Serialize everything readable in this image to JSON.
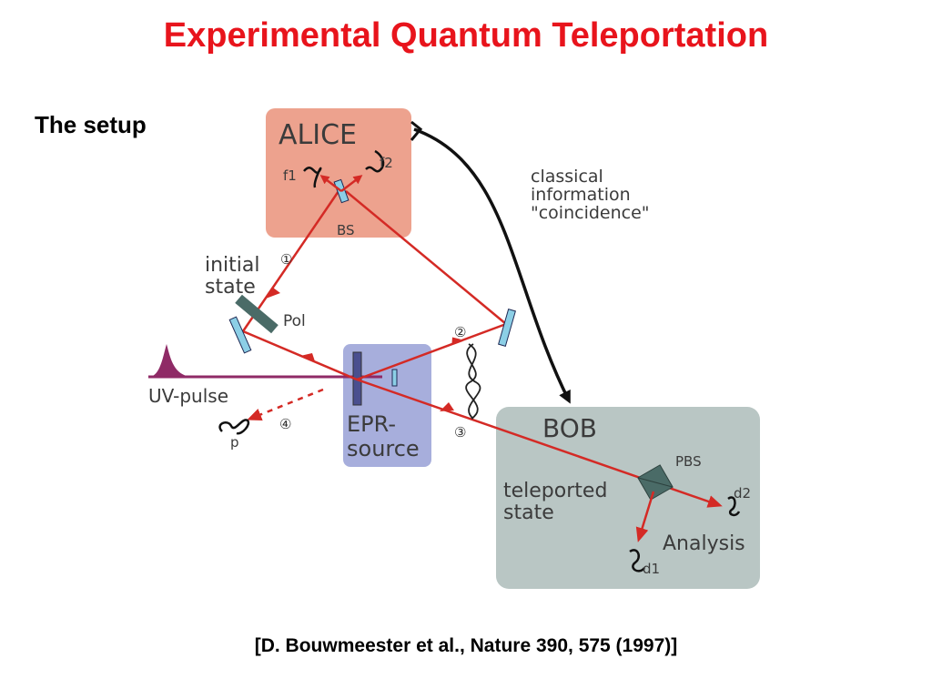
{
  "title": "Experimental Quantum Teleportation",
  "subtitle": "The setup",
  "citation": "[D. Bouwmeester et al., Nature 390, 575 (1997)]",
  "diagram": {
    "alice": "ALICE",
    "bob": "BOB",
    "f1": "f1",
    "f2": "f2",
    "bs": "BS",
    "initial_line1": "initial",
    "initial_line2": "state",
    "pol": "Pol",
    "uv_pulse": "UV-pulse",
    "p": "p",
    "epr_line1": "EPR-",
    "epr_line2": "source",
    "classical_line1": "classical",
    "classical_line2": "information",
    "classical_line3": "\"coincidence\"",
    "pbs": "PBS",
    "d1": "d1",
    "d2": "d2",
    "teleported_line1": "teleported",
    "teleported_line2": "state",
    "analysis": "Analysis",
    "path1": "①",
    "path2": "②",
    "path3": "③",
    "path4": "④"
  },
  "colors": {
    "title": "#e8141c",
    "beam": "#d42a25",
    "alice_box": "#eda28e",
    "bob_box": "#b9c6c4",
    "epr_box": "#a7aedc",
    "uv_pulse": "#8f2a66"
  }
}
